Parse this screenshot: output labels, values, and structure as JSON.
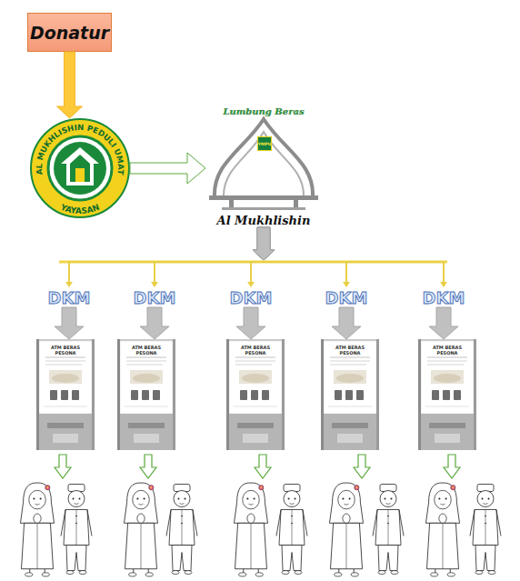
{
  "diagram": {
    "nodes": [
      {
        "text": [
          "Donatur"
        ]
      },
      {
        "text": [
          "AL MUKHLISHIN PEDULI UMAT",
          "YAYASAN"
        ]
      },
      {
        "text": [
          "Lumbung Beras",
          "YMPU",
          "Al Mukhlishin"
        ]
      },
      {
        "text": [
          "DKM"
        ]
      },
      {
        "text": [
          "DKM"
        ]
      },
      {
        "text": [
          "DKM"
        ]
      },
      {
        "text": [
          "DKM"
        ]
      },
      {
        "text": [
          "DKM"
        ]
      },
      {
        "text": [
          "ATM BERAS PESONA"
        ]
      },
      {
        "text": [
          "ATM BERAS PESONA"
        ]
      },
      {
        "text": [
          "ATM BERAS PESONA"
        ]
      },
      {
        "text": [
          "ATM BERAS PESONA"
        ]
      },
      {
        "text": [
          "ATM BERAS PESONA"
        ]
      }
    ],
    "edges": [
      {
        "from": 0,
        "to": 1,
        "arrow": "to"
      },
      {
        "from": 1,
        "to": 2,
        "arrow": "to"
      },
      {
        "from": 2,
        "to": 3,
        "arrow": "to"
      },
      {
        "from": 2,
        "to": 4,
        "arrow": "to"
      },
      {
        "from": 2,
        "to": 5,
        "arrow": "to"
      },
      {
        "from": 2,
        "to": 6,
        "arrow": "to"
      },
      {
        "from": 2,
        "to": 7,
        "arrow": "to"
      },
      {
        "from": 3,
        "to": 8,
        "arrow": "to"
      },
      {
        "from": 4,
        "to": 9,
        "arrow": "to"
      },
      {
        "from": 5,
        "to": 10,
        "arrow": "to"
      },
      {
        "from": 6,
        "to": 11,
        "arrow": "to"
      },
      {
        "from": 7,
        "to": 12,
        "arrow": "to"
      }
    ]
  }
}
